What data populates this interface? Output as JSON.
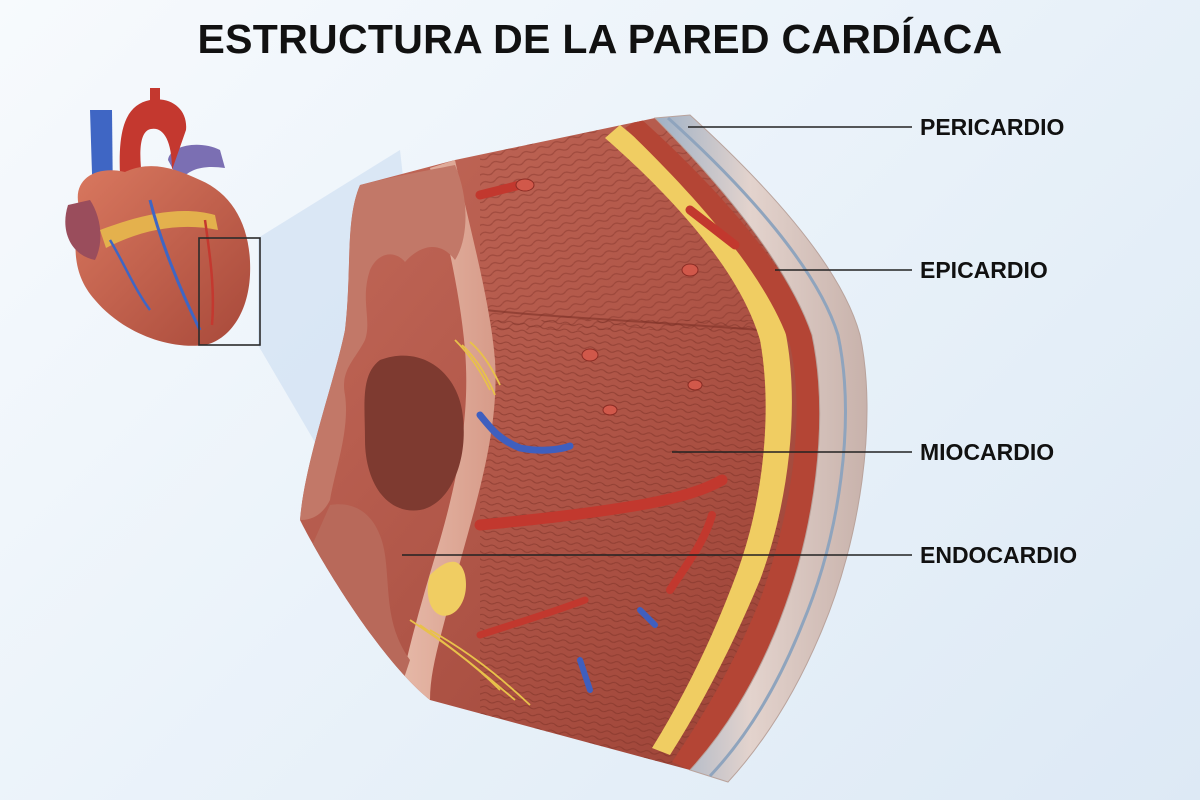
{
  "title": "ESTRUCTURA DE LA PARED CARDÍACA",
  "labels": {
    "pericardio": "PERICARDIO",
    "epicardio": "EPICARDIO",
    "miocardio": "MIOCARDIO",
    "endocardio": "ENDOCARDIO"
  },
  "colors": {
    "muscle": "#b5574a",
    "muscle_dark": "#7e3128",
    "fat": "#f0cd62",
    "pericardium": "#d9c9c4",
    "serous_blue": "#9fb3c8",
    "artery": "#c2382e",
    "vein": "#3f5fbf",
    "nerve": "#e8c14a"
  }
}
